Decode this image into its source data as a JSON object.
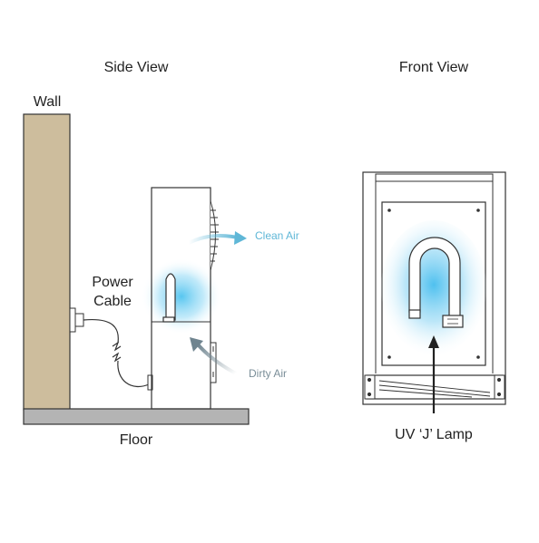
{
  "labels": {
    "side_view": "Side View",
    "front_view": "Front View",
    "wall": "Wall",
    "power_cable_line1": "Power",
    "power_cable_line2": "Cable",
    "floor": "Floor",
    "clean_air": "Clean Air",
    "dirty_air": "Dirty Air",
    "uv_lamp": "UV ‘J’ Lamp"
  },
  "colors": {
    "wall_fill": "#cdbd9d",
    "floor_fill": "#b4b4b4",
    "outline": "#333333",
    "clean_air": "#5fb7d7",
    "dirty_air": "#7a8e98",
    "uv_glow": "#4fc3ef",
    "text": "#222222"
  },
  "icons": {
    "clean_air_arrow": "curved-arrow-right-icon",
    "dirty_air_arrow": "curved-arrow-up-icon",
    "uv_pointer": "arrow-up-icon"
  }
}
